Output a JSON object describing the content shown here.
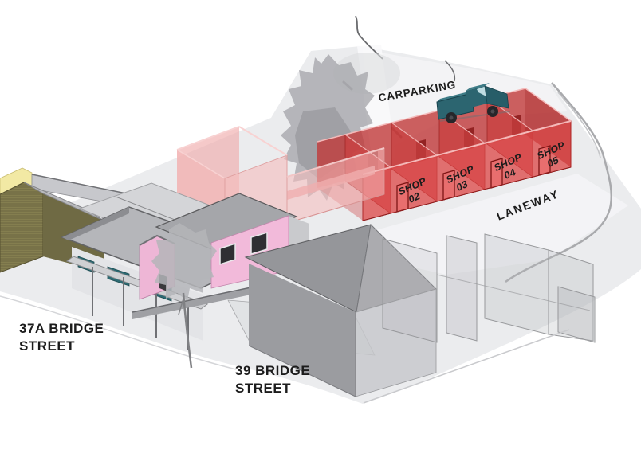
{
  "diagram": {
    "title": "Bridge Street site development axonometric diagram",
    "annotations": {
      "carparking": "CARPARKING",
      "laneway": "LANEWAY"
    },
    "addresses": {
      "bridge37a": {
        "line1": "37A BRIDGE",
        "line2": "STREET"
      },
      "bridge39": {
        "line1": "39 BRIDGE",
        "line2": "STREET"
      }
    },
    "shops": [
      {
        "name": "SHOP",
        "number": "02"
      },
      {
        "name": "SHOP",
        "number": "03"
      },
      {
        "name": "SHOP",
        "number": "04"
      },
      {
        "name": "SHOP",
        "number": "05"
      }
    ],
    "colors": {
      "shop_red": "#e04848",
      "shop_red_dark": "#b32e2e",
      "extension_pink": "#f5bcbc",
      "house_pink": "#f2bada",
      "heritage_olive": "#847e4f",
      "wall_yellow": "#f2e9a4",
      "truck_teal": "#2c6570",
      "shopfront_teal": "#2c6a73",
      "ground_gray": "#ebecee",
      "roof_gray": "#a5a6aa",
      "tree_gray": "#a7a8ac",
      "label_black": "#1c1c1c"
    }
  }
}
